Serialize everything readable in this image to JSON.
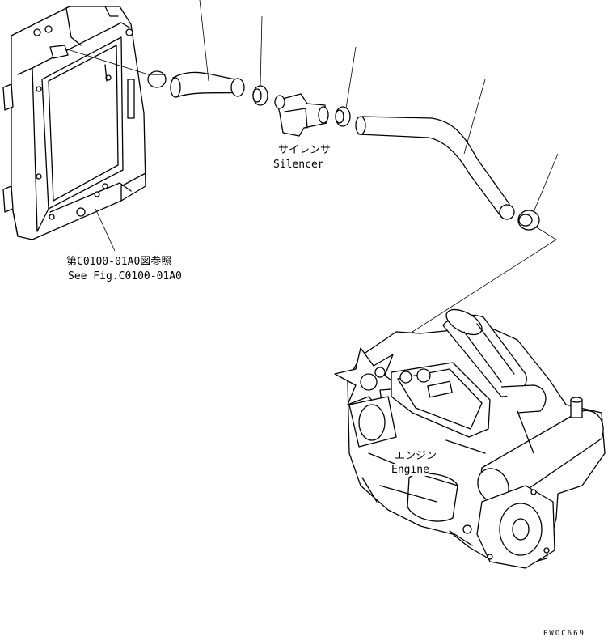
{
  "labels": {
    "silencer_jp": "サイレンサ",
    "silencer_en": "Silencer",
    "ref_jp": "第C0100-01A0図参照",
    "ref_en": "See Fig.C0100-01A0",
    "engine_jp": "エンジン",
    "engine_en": "Engine"
  },
  "drawing_code": "PWOC669"
}
